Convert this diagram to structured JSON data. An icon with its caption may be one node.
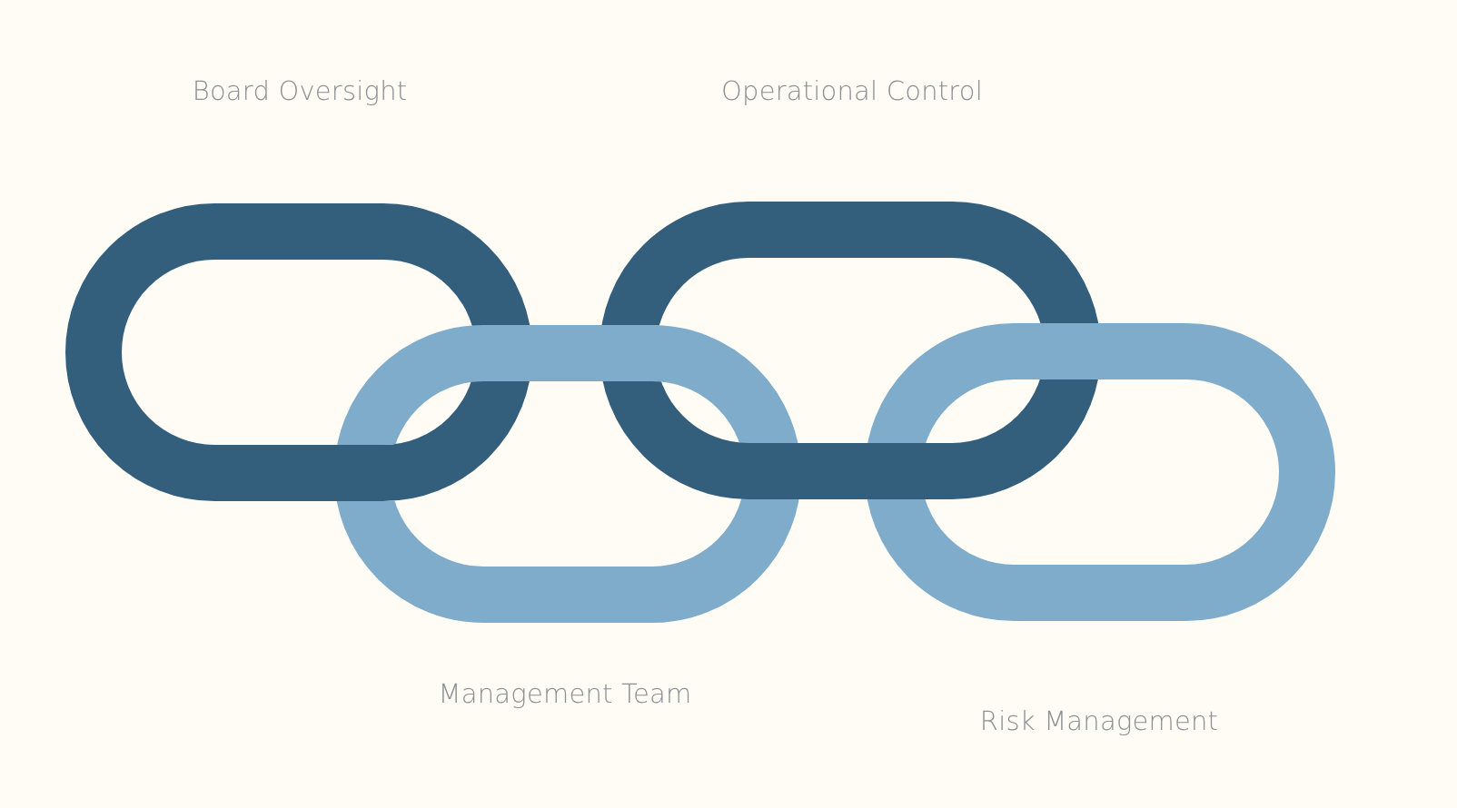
{
  "diagram": {
    "nodes": [
      {
        "text": [],
        "shape": "ring"
      },
      {
        "text": [],
        "shape": "ring"
      },
      {
        "text": [],
        "shape": "ring"
      },
      {
        "text": [],
        "shape": "ring"
      }
    ],
    "labels": [
      "Board Oversight",
      "Operational Control",
      "Management Team",
      "Risk Management"
    ]
  }
}
